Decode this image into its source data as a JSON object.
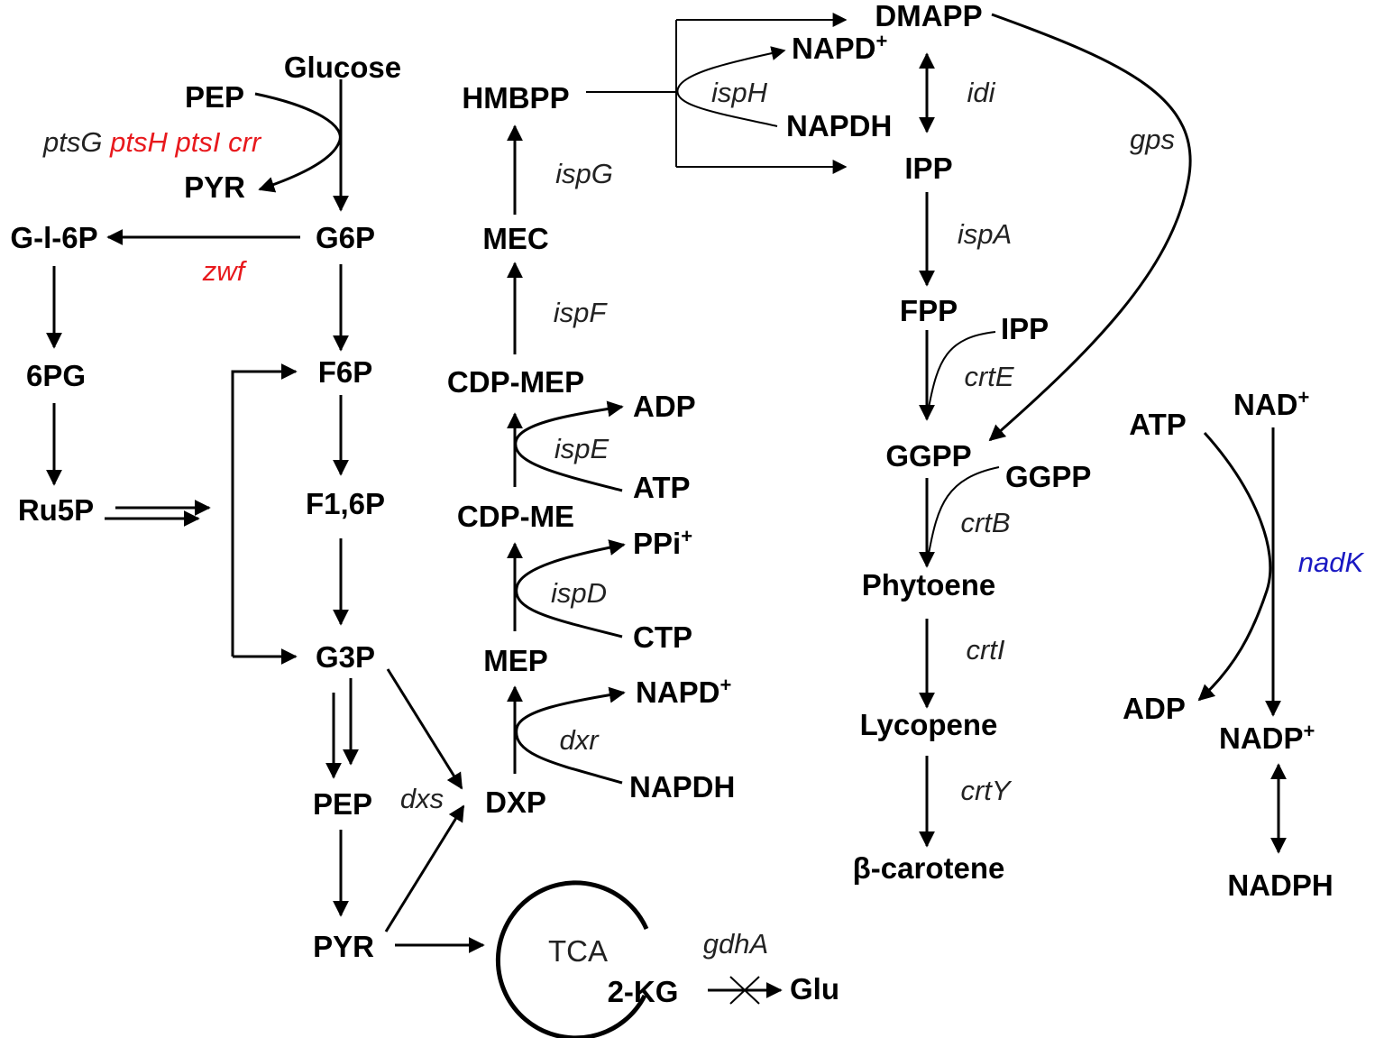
{
  "colors": {
    "metabolite": "#000000",
    "gene": "#222222",
    "gene_highlight_red": "#e8191d",
    "gene_highlight_blue": "#1a19c3"
  },
  "metabolites": {
    "glucose": "Glucose",
    "pep_top": "PEP",
    "pyr_top": "PYR",
    "g6p": "G6P",
    "gl6p": "G-l-6P",
    "pg6": "6PG",
    "ru5p": "Ru5P",
    "f6p": "F6P",
    "f16p": "F1,6P",
    "g3p": "G3P",
    "pep": "PEP",
    "pyr": "PYR",
    "dxp": "DXP",
    "mep": "MEP",
    "cdp_me": "CDP-ME",
    "cdp_mep": "CDP-MEP",
    "mec": "MEC",
    "hmbpp": "HMBPP",
    "dmapp": "DMAPP",
    "napd_plus_top": "NAPD",
    "napdh_top": "NAPDH",
    "ipp": "IPP",
    "fpp": "FPP",
    "ipp_side": "IPP",
    "ggpp": "GGPP",
    "ggpp_side": "GGPP",
    "phytoene": "Phytoene",
    "lycopene": "Lycopene",
    "bcarotene": "β-carotene",
    "adp_e": "ADP",
    "atp_e": "ATP",
    "ppi": "PPi",
    "ctp": "CTP",
    "napd_plus_dxr": "NAPD",
    "napdh_dxr": "NAPDH",
    "atp_nad": "ATP",
    "nad_plus": "NAD",
    "adp_nad": "ADP",
    "nadp_plus": "NADP",
    "nadph": "NADPH",
    "tca": "TCA",
    "kg": "2-KG",
    "glu": "Glu",
    "plus": "+"
  },
  "genes": {
    "ptsG": "ptsG",
    "ptsH": "ptsH",
    "ptsI": "ptsI",
    "crr": "crr",
    "zwf": "zwf",
    "dxs": "dxs",
    "dxr": "dxr",
    "ispD": "ispD",
    "ispE": "ispE",
    "ispF": "ispF",
    "ispG": "ispG",
    "ispH": "ispH",
    "idi": "idi",
    "gps": "gps",
    "ispA": "ispA",
    "crtE": "crtE",
    "crtB": "crtB",
    "crtI": "crtI",
    "crtY": "crtY",
    "nadK": "nadK",
    "gdhA": "gdhA"
  }
}
